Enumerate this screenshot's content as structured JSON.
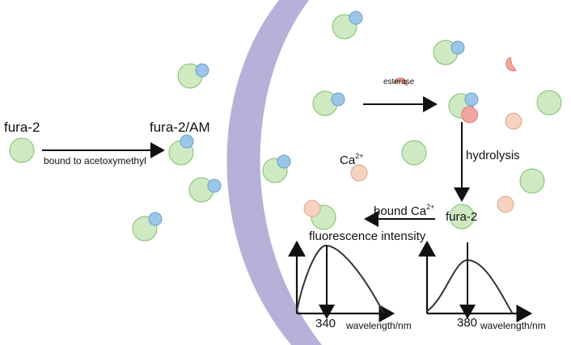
{
  "labels": {
    "fura2_left": "fura-2",
    "bound_acetoxymethyl": "bound to acetoxymethyl",
    "fura2_am": "fura-2/AM",
    "esterase": "esterase",
    "ca": "Ca",
    "ca_sup": "2+",
    "hydrolysis": "hydrolysis",
    "fura2_right": "fura-2",
    "bound_ca": "bound Ca",
    "bound_ca_sup": "2+",
    "fluorescence": "fluorescence intensity",
    "tick_340": "340",
    "tick_380": "380",
    "wavelength_left": "wavelength/nm",
    "wavelength_right": "wavelength/nm"
  },
  "colors": {
    "membrane": "#b7b1d9",
    "green_molecule": "#cfe9c2",
    "blue_group": "#9cc6e8",
    "calcium": "#f5d3c0",
    "esterase": "#f2a6a2"
  }
}
